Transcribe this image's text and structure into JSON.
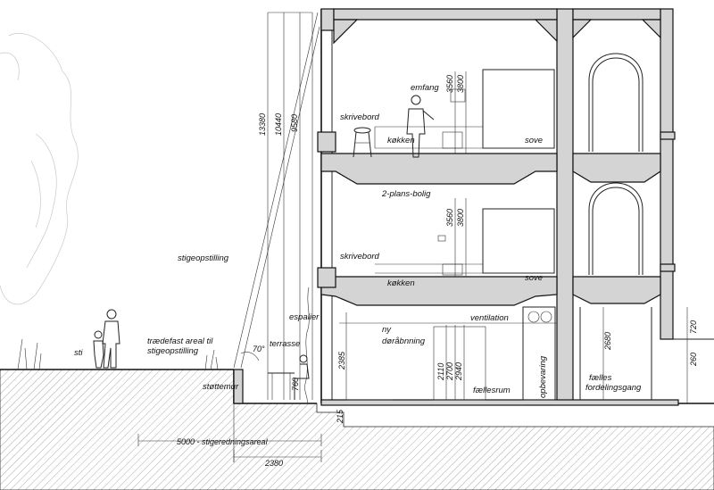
{
  "labels": {
    "emfang": "emfang",
    "skrivebord_upper": "skrivebord",
    "kokken_upper": "køkken",
    "sove_upper": "sove",
    "two_plan": "2-plans-bolig",
    "skrivebord_lower": "skrivebord",
    "kokken_lower": "køkken",
    "sove_lower": "sove",
    "stigeopstilling": "stigeopstilling",
    "espalier": "espalier",
    "terrasse": "terrasse",
    "sti": "sti",
    "traedefast_1": "trædefast areal til",
    "traedefast_2": "stigeopstilling",
    "stottemur": "støttemur",
    "ny_1": "ny",
    "ny_2": "døråbnning",
    "ventilation": "ventilation",
    "faellesrum": "fællesrum",
    "opbevaring": "opbevaring",
    "faelles_1": "fælles",
    "faelles_2": "fordelingsgang"
  },
  "dimensions": {
    "h13380": "13380",
    "h10440": "10440",
    "h9580": "9580",
    "up3560": "3560",
    "up3800": "3800",
    "mid3560": "3560",
    "mid3800": "3800",
    "d2385": "2385",
    "d2110": "2110",
    "d2700": "2700",
    "d2940": "2940",
    "d2680": "2680",
    "d720": "720",
    "d260": "260",
    "d760": "760",
    "d215": "215",
    "angle": "70°",
    "bottom5000": "5000 - stigeredningsareal",
    "bottom2380": "2380"
  },
  "colors": {
    "line": "#111111",
    "wall_fill": "#d4d4d4",
    "ghost": "#c8c8c8"
  }
}
